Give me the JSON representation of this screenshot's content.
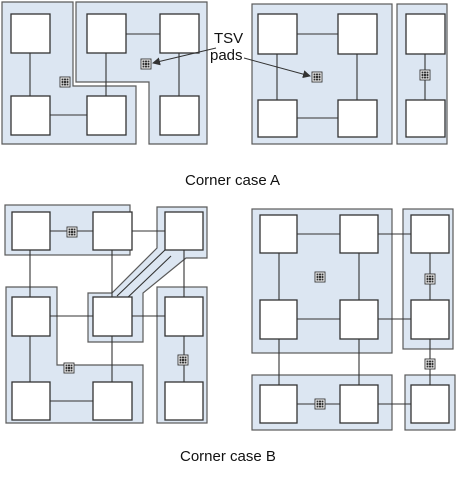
{
  "labels": {
    "tsv_line1": "TSV",
    "tsv_line2": "pads",
    "caption_a": "Corner case A",
    "caption_b": "Corner case B"
  },
  "colors": {
    "region_fill": "#dce6f2",
    "outline": "#333333"
  },
  "icons": {
    "tsv_pad": "tsv-pad-grid-icon"
  }
}
